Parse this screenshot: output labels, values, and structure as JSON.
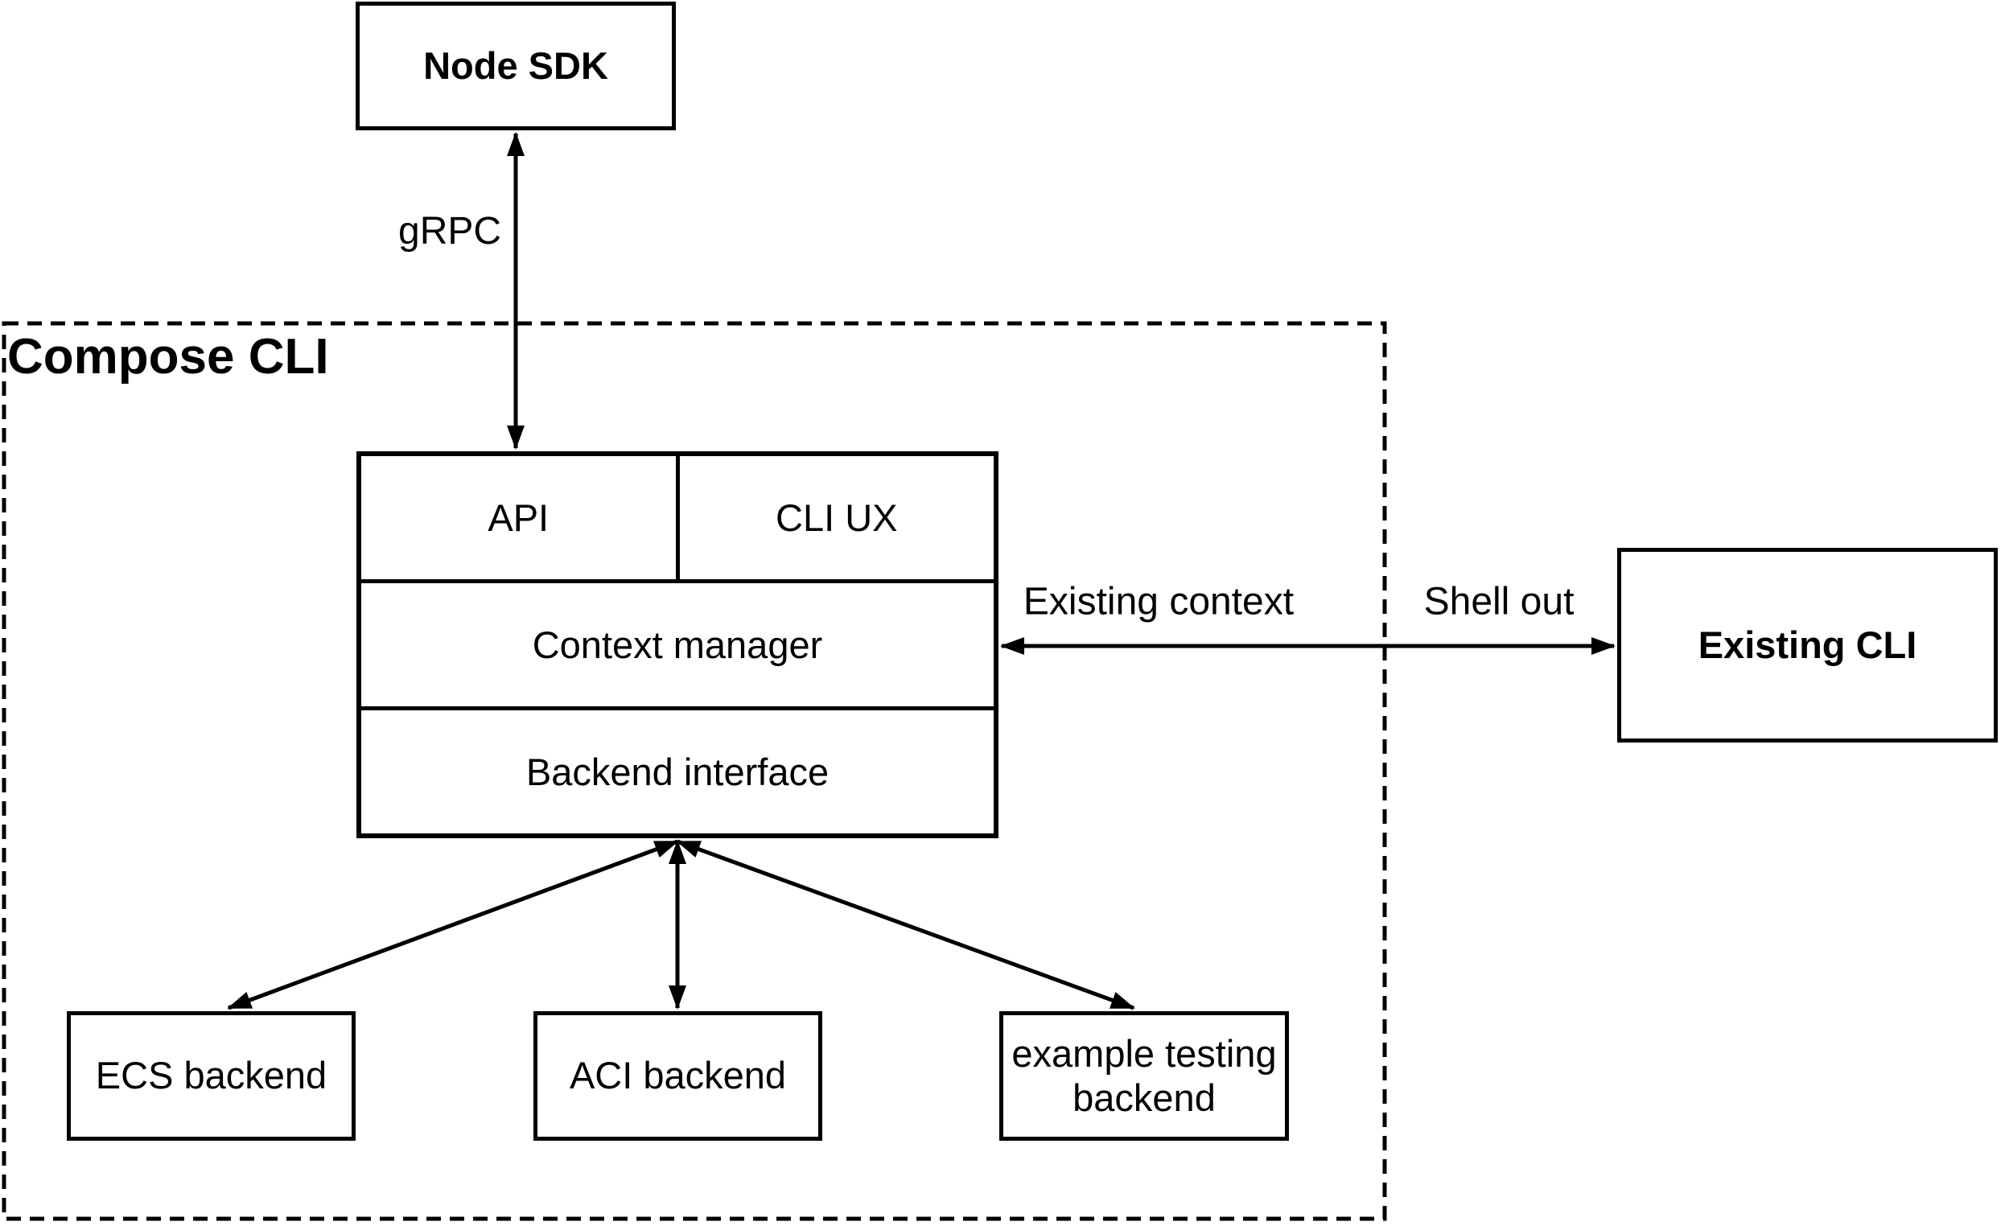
{
  "diagram": {
    "background": "#ffffff",
    "stroke_color": "#000000",
    "nodes": {
      "node_sdk": {
        "label": "Node SDK"
      },
      "compose_cli_group": {
        "label": "Compose CLI"
      },
      "api": {
        "label": "API"
      },
      "cli_ux": {
        "label": "CLI UX"
      },
      "context_manager": {
        "label": "Context manager"
      },
      "backend_interface": {
        "label": "Backend interface"
      },
      "existing_cli": {
        "label": "Existing CLI"
      },
      "ecs_backend": {
        "label": "ECS backend"
      },
      "aci_backend": {
        "label": "ACI backend"
      },
      "example_testing_backend": {
        "label": "example testing backend"
      }
    },
    "edges": {
      "grpc": {
        "label": "gRPC"
      },
      "existing_context": {
        "label": "Existing context"
      },
      "shell_out": {
        "label": "Shell out"
      }
    }
  }
}
